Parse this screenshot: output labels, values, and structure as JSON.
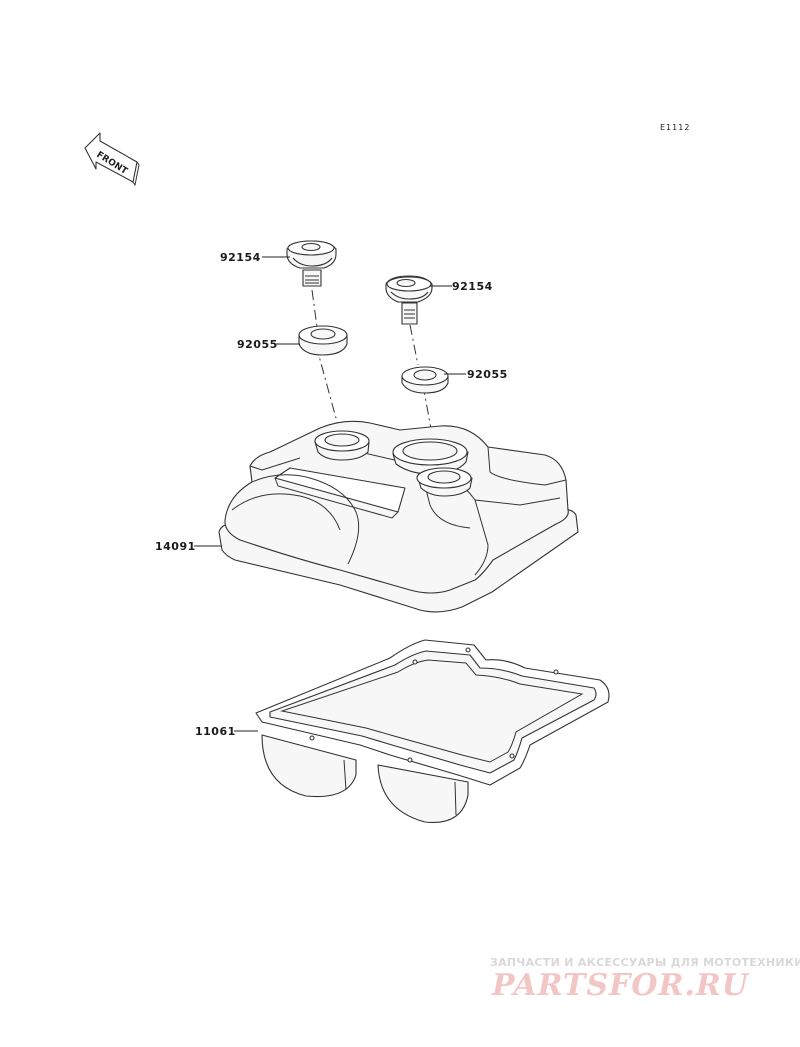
{
  "diagram": {
    "code": "E1112",
    "front_label": "FRONT",
    "parts": [
      {
        "id": "bolt-a",
        "number": "92154"
      },
      {
        "id": "bolt-b",
        "number": "92154"
      },
      {
        "id": "washer-a",
        "number": "92055"
      },
      {
        "id": "washer-b",
        "number": "92055"
      },
      {
        "id": "cover",
        "number": "14091"
      },
      {
        "id": "gasket",
        "number": "11061"
      }
    ]
  },
  "watermark": {
    "tagline": "ЗАПЧАСТИ И АКСЕССУАРЫ ДЛЯ МОТОТЕХНИКИ",
    "brand": "PARTSFOR.RU",
    "color": "#f3c6c6"
  }
}
